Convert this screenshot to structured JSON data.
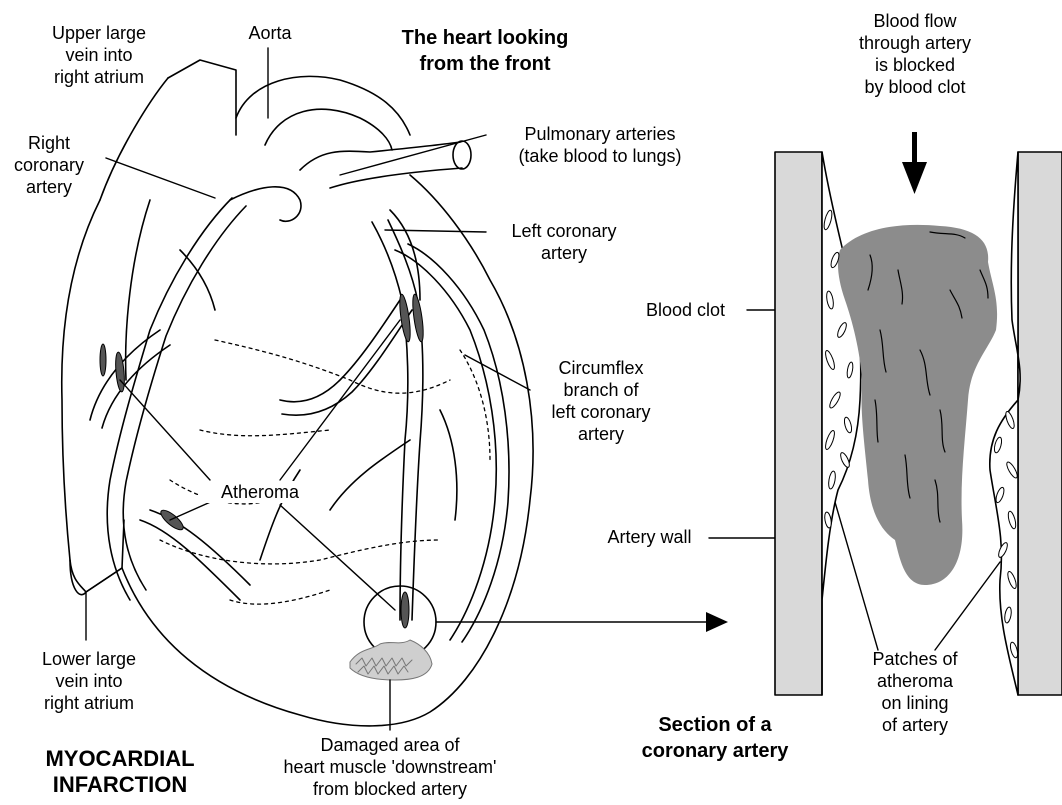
{
  "labels": {
    "upper_vein": [
      "Upper large",
      "vein into",
      "right atrium"
    ],
    "aorta": "Aorta",
    "front_title": [
      "The heart looking",
      "from the front"
    ],
    "blood_flow": [
      "Blood flow",
      "through artery",
      "is blocked",
      "by blood clot"
    ],
    "right_coronary": [
      "Right",
      "coronary",
      "artery"
    ],
    "pulmonary": [
      "Pulmonary arteries",
      "(take blood to lungs)"
    ],
    "left_coronary": [
      "Left coronary",
      "artery"
    ],
    "blood_clot": "Blood clot",
    "circumflex": [
      "Circumflex",
      "branch of",
      "left coronary",
      "artery"
    ],
    "atheroma": "Atheroma",
    "artery_wall": "Artery wall",
    "lower_vein": [
      "Lower large",
      "vein into",
      "right atrium"
    ],
    "patches": [
      "Patches of",
      "atheroma",
      "on lining",
      "of artery"
    ],
    "section_title": [
      "Section of a",
      "coronary artery"
    ],
    "damaged": [
      "Damaged area of",
      "heart muscle 'downstream'",
      "from blocked artery"
    ],
    "main_title": [
      "MYOCARDIAL",
      "INFARCTION"
    ]
  },
  "colors": {
    "clot": "#8c8c8c",
    "wall": "#d9d9d9",
    "ink": "#000000"
  }
}
